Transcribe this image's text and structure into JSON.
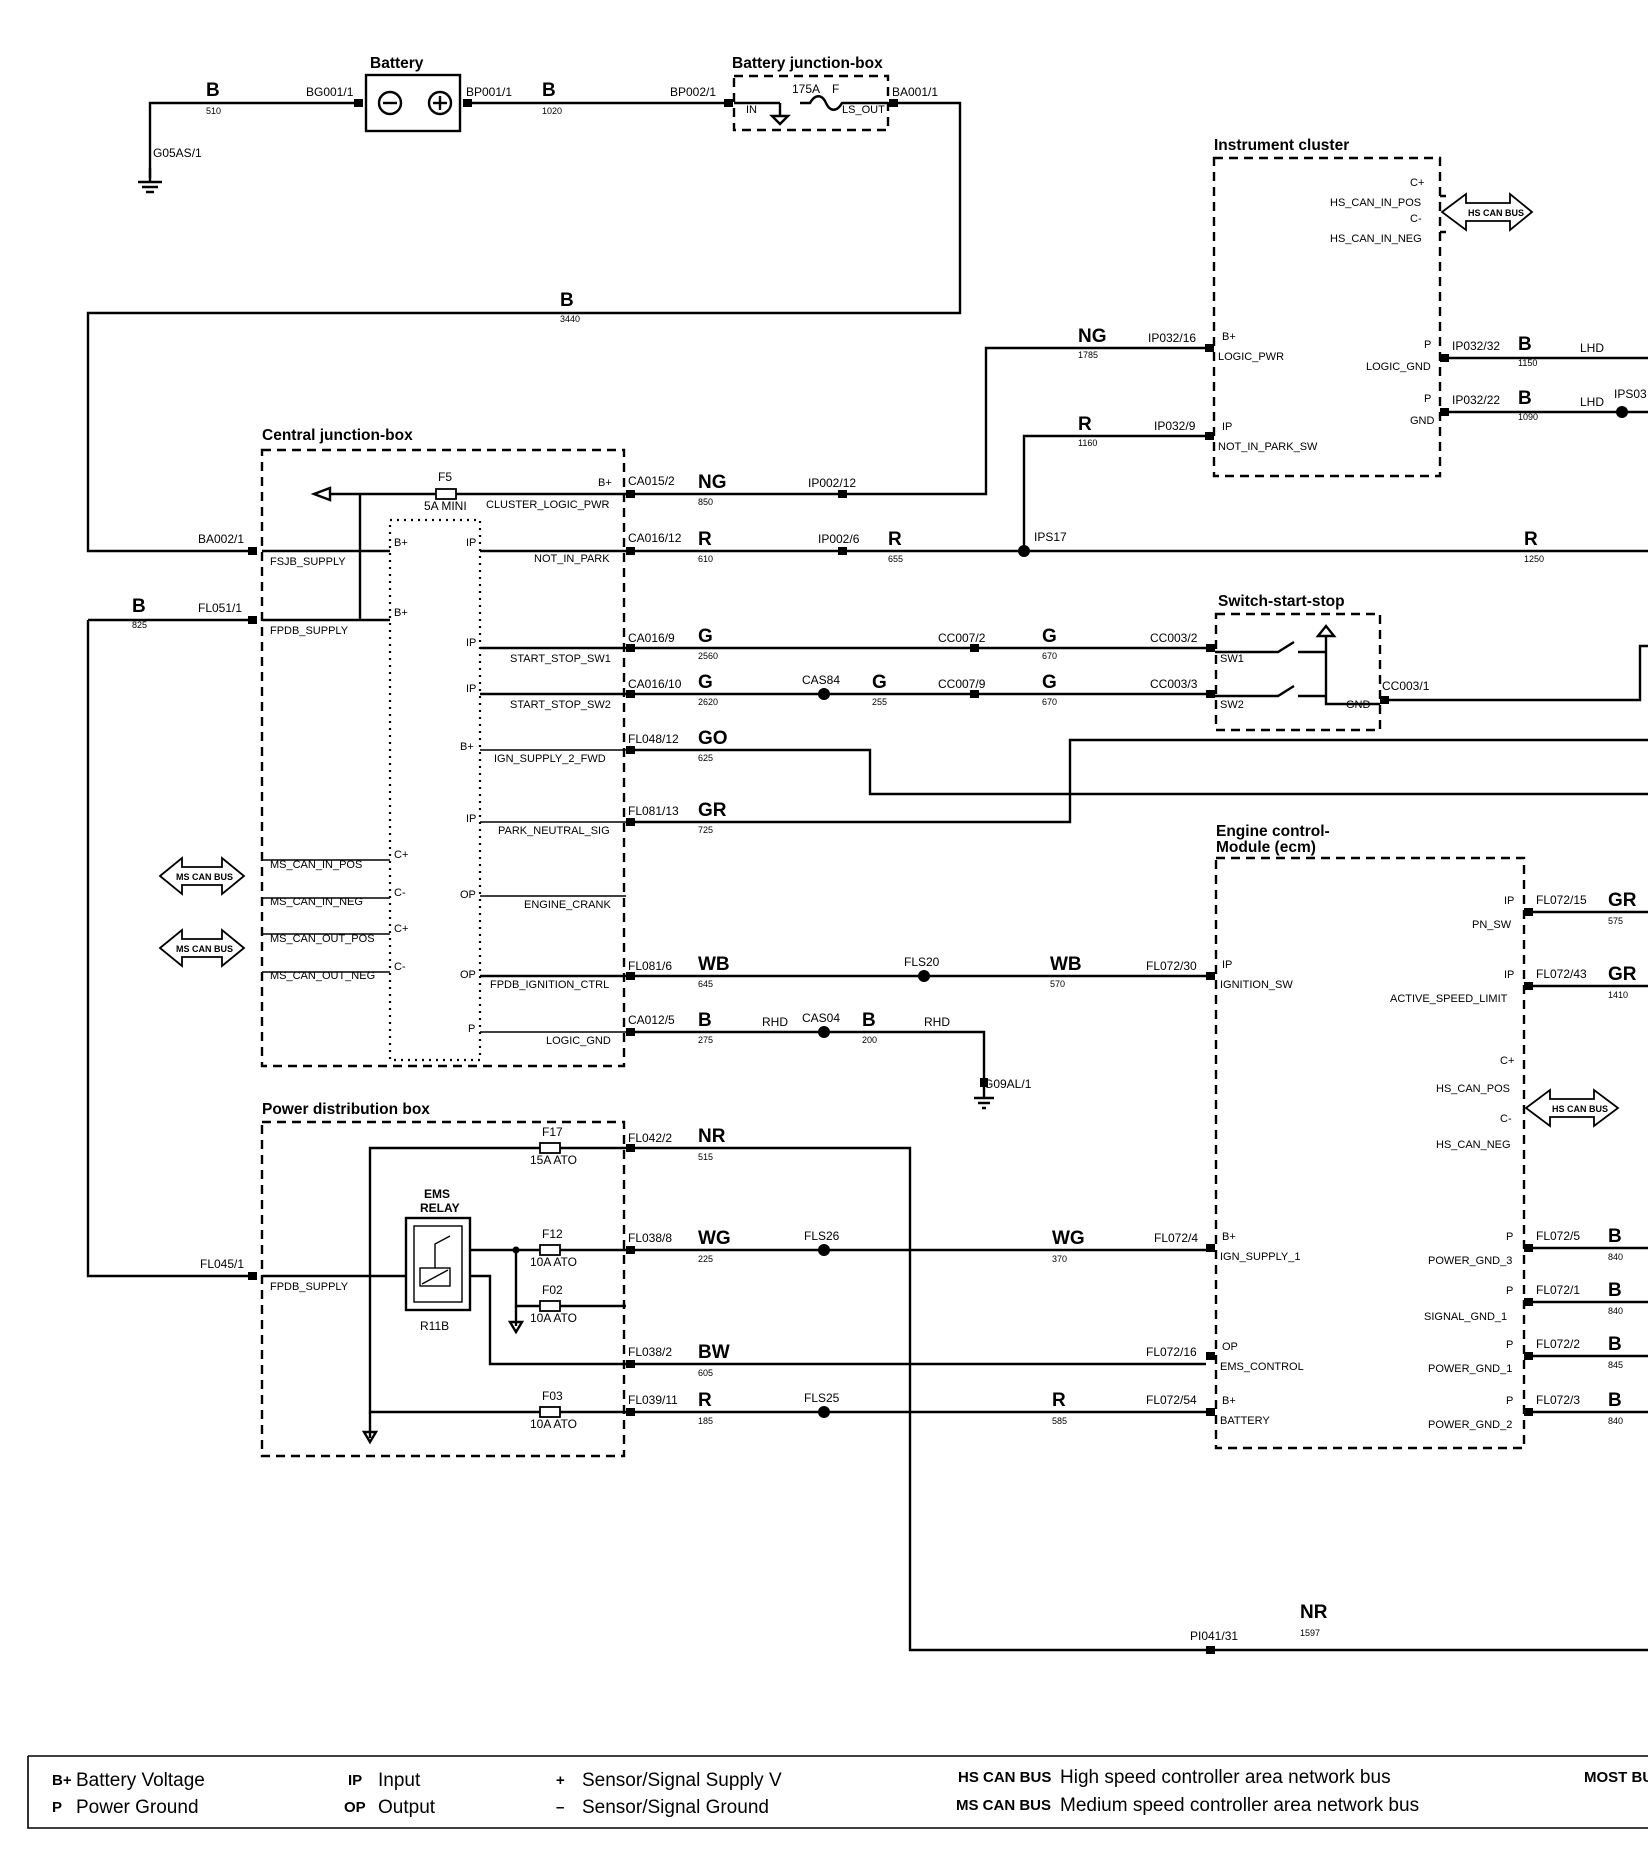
{
  "components": {
    "battery": "Battery",
    "battery_jb": "Battery junction-box",
    "instrument_cluster": "Instrument cluster",
    "central_jb": "Central junction-box",
    "switch_start_stop": "Switch-start-stop",
    "ecm_line1": "Engine control-",
    "ecm_line2": "Module (ecm)",
    "pdb": "Power distribution box",
    "ems_relay_1": "EMS",
    "ems_relay_2": "RELAY",
    "ems_relay_id": "R11B"
  },
  "connectors": {
    "bg001_1": "BG001/1",
    "bp001_1": "BP001/1",
    "bp002_1": "BP002/1",
    "ba001_1": "BA001/1",
    "g05as_1": "G05AS/1",
    "ba002_1": "BA002/1",
    "fl051_1": "FL051/1",
    "fl045_1": "FL045/1",
    "ca015_2": "CA015/2",
    "ca016_12": "CA016/12",
    "ca016_9": "CA016/9",
    "ca016_10": "CA016/10",
    "fl048_12": "FL048/12",
    "fl081_13": "FL081/13",
    "fl081_6": "FL081/6",
    "ca012_5": "CA012/5",
    "fl042_2": "FL042/2",
    "fl038_8": "FL038/8",
    "fl038_2": "FL038/2",
    "fl039_11": "FL039/11",
    "ip002_12": "IP002/12",
    "ip002_6": "IP002/6",
    "ips17": "IPS17",
    "ip032_16": "IP032/16",
    "ip032_9": "IP032/9",
    "ip032_32": "IP032/32",
    "ip032_22": "IP032/22",
    "ips03": "IPS03",
    "cc007_2": "CC007/2",
    "cc007_9": "CC007/9",
    "cas84": "CAS84",
    "cc003_2": "CC003/2",
    "cc003_3": "CC003/3",
    "cc003_1": "CC003/1",
    "fls20": "FLS20",
    "fl072_30": "FL072/30",
    "cas04": "CAS04",
    "g09al_1": "G09AL/1",
    "fls26": "FLS26",
    "fl072_4": "FL072/4",
    "fl072_16": "FL072/16",
    "fls25": "FLS25",
    "fl072_54": "FL072/54",
    "fl072_15": "FL072/15",
    "fl072_43": "FL072/43",
    "fl072_5": "FL072/5",
    "fl072_1": "FL072/1",
    "fl072_2": "FL072/2",
    "fl072_3": "FL072/3",
    "pi041_31": "PI041/31"
  },
  "wires": {
    "b510": {
      "color": "B",
      "size": "510"
    },
    "b1020": {
      "color": "B",
      "size": "1020"
    },
    "b3440": {
      "color": "B",
      "size": "3440"
    },
    "b825": {
      "color": "B",
      "size": "825"
    },
    "ng850": {
      "color": "NG",
      "size": "850"
    },
    "ng1785": {
      "color": "NG",
      "size": "1785"
    },
    "r610": {
      "color": "R",
      "size": "610"
    },
    "r655": {
      "color": "R",
      "size": "655"
    },
    "r1160": {
      "color": "R",
      "size": "1160"
    },
    "r1250": {
      "color": "R",
      "size": "1250"
    },
    "b1150": {
      "color": "B",
      "size": "1150"
    },
    "b1090": {
      "color": "B",
      "size": "1090"
    },
    "g2560": {
      "color": "G",
      "size": "2560"
    },
    "g670a": {
      "color": "G",
      "size": "670"
    },
    "g2620": {
      "color": "G",
      "size": "2620"
    },
    "g255": {
      "color": "G",
      "size": "255"
    },
    "g670b": {
      "color": "G",
      "size": "670"
    },
    "go625": {
      "color": "GO",
      "size": "625"
    },
    "gr725": {
      "color": "GR",
      "size": "725"
    },
    "wb645": {
      "color": "WB",
      "size": "645"
    },
    "wb570": {
      "color": "WB",
      "size": "570"
    },
    "b275": {
      "color": "B",
      "size": "275"
    },
    "b200": {
      "color": "B",
      "size": "200"
    },
    "nr515": {
      "color": "NR",
      "size": "515"
    },
    "wg225": {
      "color": "WG",
      "size": "225"
    },
    "wg370": {
      "color": "WG",
      "size": "370"
    },
    "bw605": {
      "color": "BW",
      "size": "605"
    },
    "r185": {
      "color": "R",
      "size": "185"
    },
    "r585": {
      "color": "R",
      "size": "585"
    },
    "gr575": {
      "color": "GR",
      "size": "575"
    },
    "gr1410": {
      "color": "GR",
      "size": "1410"
    },
    "b840a": {
      "color": "B",
      "size": "840"
    },
    "b840b": {
      "color": "B",
      "size": "840"
    },
    "b845": {
      "color": "B",
      "size": "845"
    },
    "b840c": {
      "color": "B",
      "size": "840"
    },
    "nr1597": {
      "color": "NR",
      "size": "1597"
    }
  },
  "fuses": {
    "bjb_fuse": "175A",
    "bjb_f": "F",
    "f5": "F5",
    "f5_rating": "5A MINI",
    "f17": "F17",
    "f17_rating": "15A ATO",
    "f12": "F12",
    "f12_rating": "10A ATO",
    "f02": "F02",
    "f02_rating": "10A ATO",
    "f03": "F03",
    "f03_rating": "10A ATO"
  },
  "pins": {
    "bjb_in": "IN",
    "bjb_ls_out": "LS_OUT",
    "cjb_bplus1": "B+",
    "cluster_logic_pwr": "CLUSTER_LOGIC_PWR",
    "fsjb_supply": "FSJB_SUPPLY",
    "cjb_bplus2": "B+",
    "cjb_ip1": "IP",
    "not_in_park": "NOT_IN_PARK",
    "fpdb_supply_cjb": "FPDB_SUPPLY",
    "cjb_bplus3": "B+",
    "cjb_ip2": "IP",
    "start_stop_sw1": "START_STOP_SW1",
    "cjb_ip3": "IP",
    "start_stop_sw2": "START_STOP_SW2",
    "cjb_bplus4": "B+",
    "ign_supply_2_fwd": "IGN_SUPPLY_2_FWD",
    "cjb_ip4": "IP",
    "park_neutral_sig": "PARK_NEUTRAL_SIG",
    "ms_can_in_pos": "MS_CAN_IN_POS",
    "cp1": "C+",
    "ms_can_in_neg": "MS_CAN_IN_NEG",
    "cm1": "C-",
    "ms_can_out_pos": "MS_CAN_OUT_POS",
    "cp2": "C+",
    "ms_can_out_neg": "MS_CAN_OUT_NEG",
    "cm2": "C-",
    "cjb_op1": "OP",
    "engine_crank": "ENGINE_CRANK",
    "cjb_op2": "OP",
    "fpdb_ignition_ctrl": "FPDB_IGNITION_CTRL",
    "cjb_p": "P",
    "logic_gnd_cjb": "LOGIC_GND",
    "ic_cp": "C+",
    "hs_can_in_pos": "HS_CAN_IN_POS",
    "ic_cm": "C-",
    "hs_can_in_neg": "HS_CAN_IN_NEG",
    "ic_bplus": "B+",
    "logic_pwr": "LOGIC_PWR",
    "ic_ip": "IP",
    "not_in_park_sw": "NOT_IN_PARK_SW",
    "ic_p1": "P",
    "logic_gnd_ic": "LOGIC_GND",
    "ic_p2": "P",
    "gnd_ic": "GND",
    "lhd1": "LHD",
    "lhd2": "LHD",
    "sw1": "SW1",
    "sw2": "SW2",
    "ss_gnd": "GND",
    "fpdb_supply_pdb": "FPDB_SUPPLY",
    "ecm_ip1": "IP",
    "ignition_sw": "IGNITION_SW",
    "ecm_bplus1": "B+",
    "ign_supply_1": "IGN_SUPPLY_1",
    "ecm_op": "OP",
    "ems_control": "EMS_CONTROL",
    "ecm_bplus2": "B+",
    "battery_pin": "BATTERY",
    "ecm_ip2": "IP",
    "pn_sw": "PN_SW",
    "ecm_ip3": "IP",
    "active_speed_limit": "ACTIVE_SPEED_LIMIT",
    "ecm_cp": "C+",
    "hs_can_pos": "HS_CAN_POS",
    "ecm_cm": "C-",
    "hs_can_neg": "HS_CAN_NEG",
    "ecm_p1": "P",
    "power_gnd_3": "POWER_GND_3",
    "ecm_p2": "P",
    "signal_gnd_1": "SIGNAL_GND_1",
    "ecm_p3": "P",
    "power_gnd_1": "POWER_GND_1",
    "ecm_p4": "P",
    "power_gnd_2": "POWER_GND_2",
    "rhd1": "RHD",
    "rhd2": "RHD"
  },
  "bus_tags": {
    "hs_can_bus_1": "HS CAN BUS",
    "hs_can_bus_2": "HS CAN BUS",
    "ms_can_bus_1": "MS CAN BUS",
    "ms_can_bus_2": "MS CAN BUS"
  },
  "legend": {
    "bplus_code": "B+",
    "bplus_text": "Battery Voltage",
    "p_code": "P",
    "p_text": "Power Ground",
    "ip_code": "IP",
    "ip_text": "Input",
    "op_code": "OP",
    "op_text": "Output",
    "plus_code": "+",
    "plus_text": "Sensor/Signal Supply V",
    "minus_code": "–",
    "minus_text": "Sensor/Signal Ground",
    "hs_code": "HS CAN BUS",
    "hs_text": "High speed controller area network bus",
    "ms_code": "MS CAN BUS",
    "ms_text": "Medium speed controller area network bus",
    "most_code": "MOST BU"
  }
}
